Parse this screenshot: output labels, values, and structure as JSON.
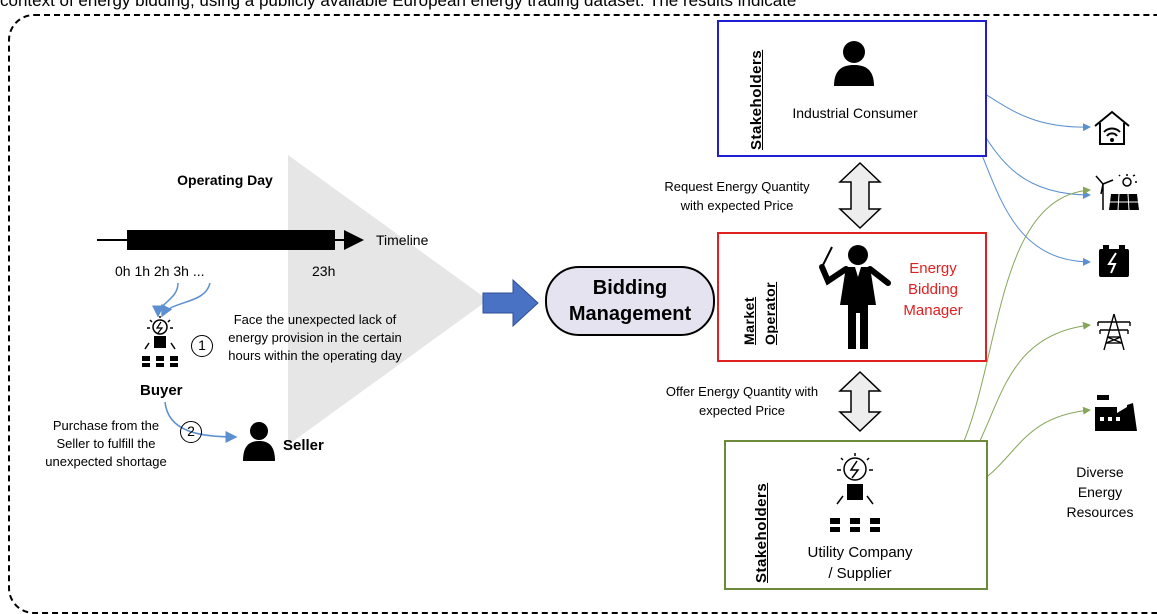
{
  "top_text": "context of energy bidding, using a publicly available European energy trading dataset. The results indicate",
  "timeline": {
    "title": "Operating Day",
    "label": "Timeline",
    "hours_start": "0h 1h 2h 3h ...",
    "hour_end": "23h"
  },
  "buyer": {
    "label": "Buyer",
    "step1_number": "1",
    "step1_text": "Face the unexpected lack of energy provision in the certain hours within the operating day",
    "step2_number": "2",
    "step2_text": "Purchase from the Seller to fulfill the unexpected shortage"
  },
  "seller": {
    "label": "Seller"
  },
  "bidding_management": {
    "line1": "Bidding",
    "line2": "Management"
  },
  "consumer_box": {
    "vertical_label": "Stakeholders",
    "name": "Industrial Consumer",
    "border_color": "#1f1fd1"
  },
  "operator_box": {
    "vertical_label_line1": "Market",
    "vertical_label_line2": "Operator",
    "name": "Energy Bidding Manager",
    "name_color": "#e02020",
    "border_color": "#e02020"
  },
  "supplier_box": {
    "vertical_label": "Stakeholders",
    "name_line1": "Utility Company",
    "name_line2": "/ Supplier",
    "border_color": "#6b8a3a"
  },
  "request_text": "Request Energy Quantity with expected Price",
  "offer_text": "Offer Energy Quantity with expected Price",
  "resources": {
    "label": "Diverse Energy Resources",
    "icons": [
      "smart-home-icon",
      "wind-solar-icon",
      "battery-icon",
      "transmission-tower-icon",
      "power-plant-icon"
    ]
  },
  "colors": {
    "consumer_links": "#5b8fd0",
    "supplier_links": "#86a65a",
    "big_arrow": "#4a72c4"
  }
}
